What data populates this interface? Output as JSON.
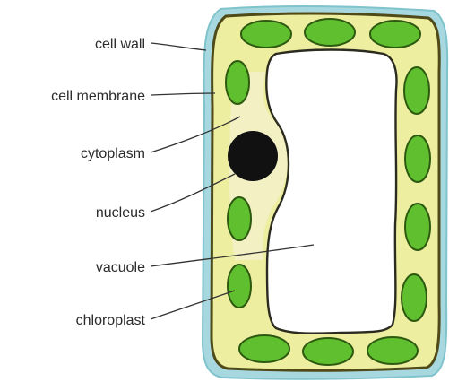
{
  "labels": {
    "cell_wall": "cell wall",
    "cell_membrane": "cell membrane",
    "cytoplasm": "cytoplasm",
    "nucleus": "nucleus",
    "vacuole": "vacuole",
    "chloroplast": "chloroplast"
  },
  "colors": {
    "cell_wall": "#a8d8df",
    "cell_wall_edge": "#7fc3cc",
    "cytoplasm": "#eeeea0",
    "membrane_line": "#4f4a18",
    "chloroplast": "#5fbf2f",
    "chloroplast_edge": "#2d5a10",
    "cytoplasm_near_nucleus": "#f3efc8",
    "vacuole": "#ffffff",
    "nucleus": "#111111"
  }
}
